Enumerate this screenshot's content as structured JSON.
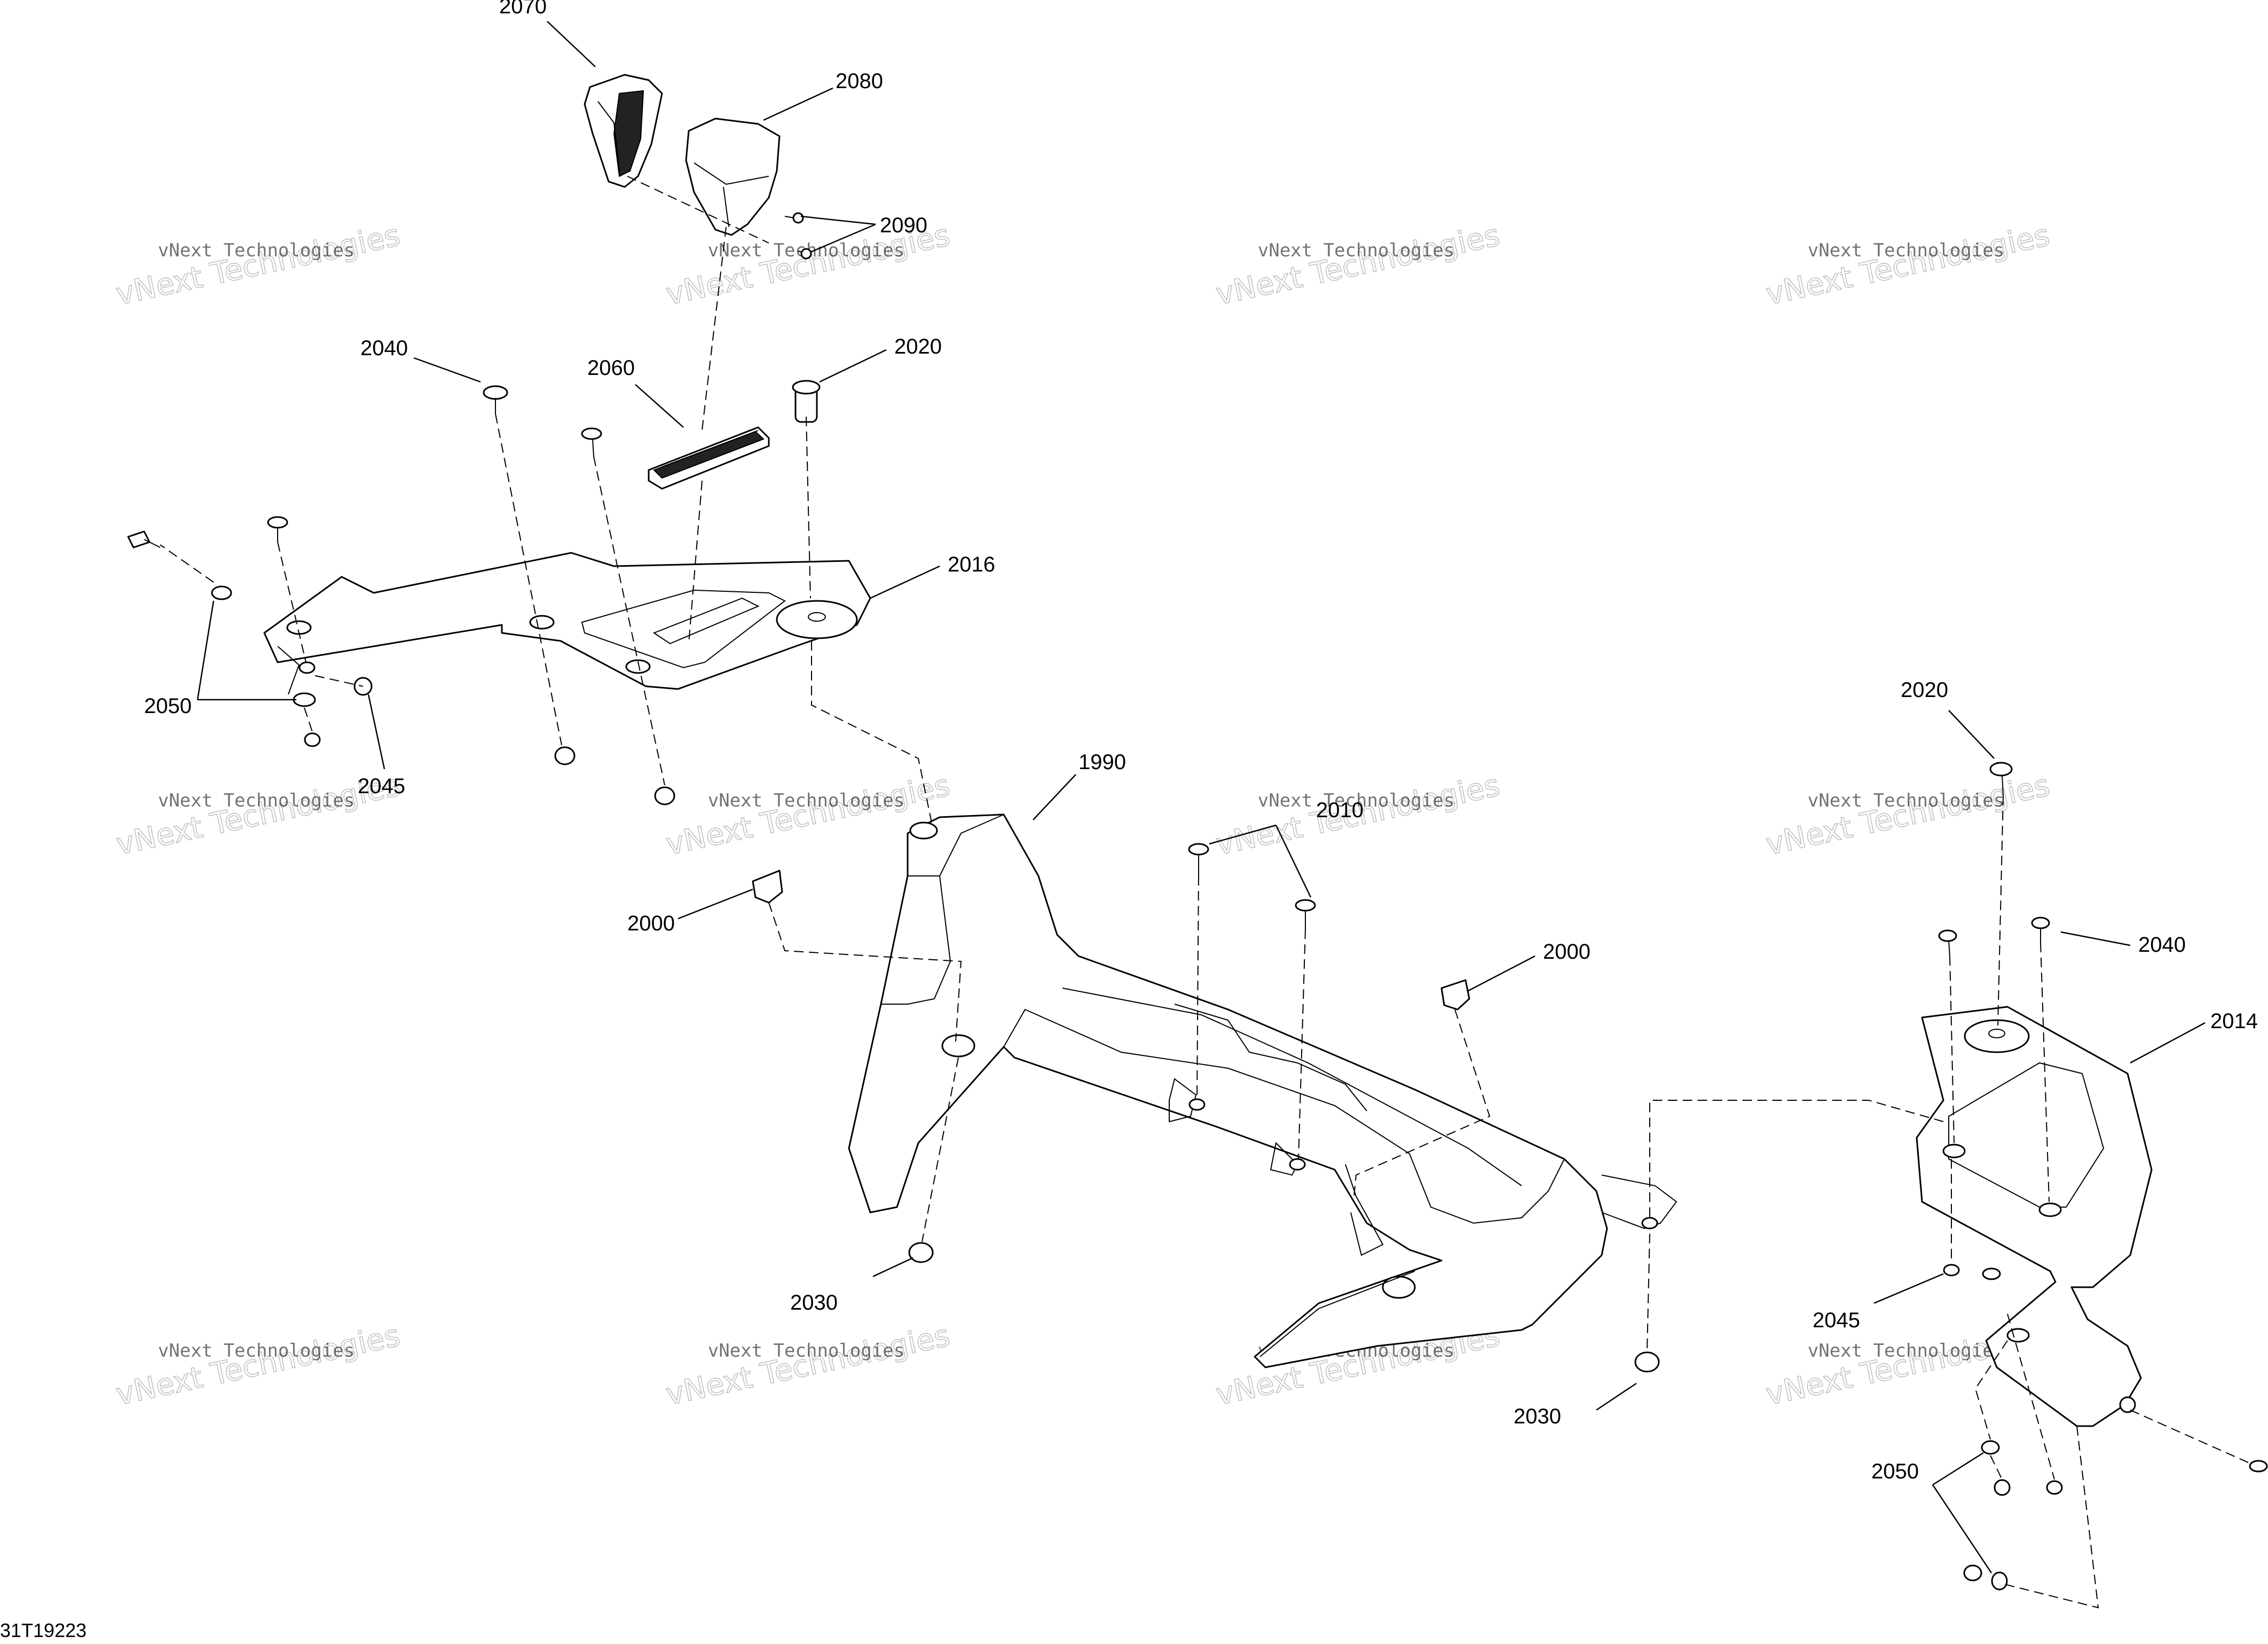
{
  "drawing_number": "31T19223",
  "watermark": {
    "line1": "vNext Technologies",
    "line2": "vNext Technologies"
  },
  "callouts": [
    {
      "id": "c2070",
      "label": "2070"
    },
    {
      "id": "c2080",
      "label": "2080"
    },
    {
      "id": "c2090",
      "label": "2090"
    },
    {
      "id": "c2040a",
      "label": "2040"
    },
    {
      "id": "c2060",
      "label": "2060"
    },
    {
      "id": "c2020a",
      "label": "2020"
    },
    {
      "id": "c2016",
      "label": "2016"
    },
    {
      "id": "c2050a",
      "label": "2050"
    },
    {
      "id": "c2045a",
      "label": "2045"
    },
    {
      "id": "c1990",
      "label": "1990"
    },
    {
      "id": "c2010",
      "label": "2010"
    },
    {
      "id": "c2000a",
      "label": "2000"
    },
    {
      "id": "c2000b",
      "label": "2000"
    },
    {
      "id": "c2020b",
      "label": "2020"
    },
    {
      "id": "c2040b",
      "label": "2040"
    },
    {
      "id": "c2014",
      "label": "2014"
    },
    {
      "id": "c2030a",
      "label": "2030"
    },
    {
      "id": "c2030b",
      "label": "2030"
    },
    {
      "id": "c2045b",
      "label": "2045"
    },
    {
      "id": "c2050b",
      "label": "2050"
    }
  ]
}
